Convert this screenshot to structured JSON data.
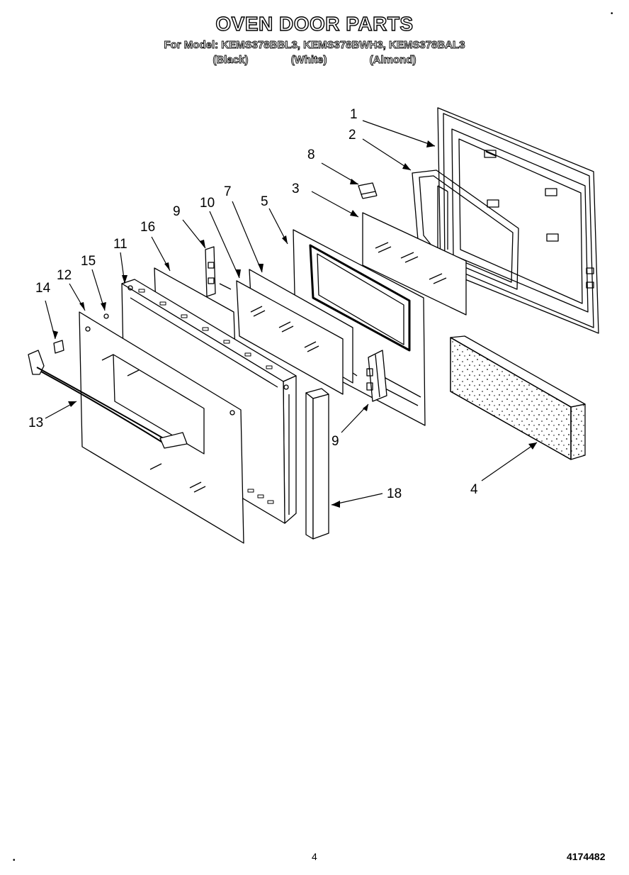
{
  "header": {
    "title": "OVEN DOOR PARTS",
    "models_line": "For Model: KEMS378BBL3, KEMS378BWH3, KEMS378BAL3",
    "colors": [
      "(Black)",
      "(White)",
      "(Almond)"
    ]
  },
  "footer": {
    "page_number": "4",
    "document_number": "4174482"
  },
  "callouts": [
    {
      "key": "c1",
      "label": "1"
    },
    {
      "key": "c2",
      "label": "2"
    },
    {
      "key": "c3",
      "label": "3"
    },
    {
      "key": "c4",
      "label": "4"
    },
    {
      "key": "c5",
      "label": "5"
    },
    {
      "key": "c7",
      "label": "7"
    },
    {
      "key": "c8",
      "label": "8"
    },
    {
      "key": "c9a",
      "label": "9"
    },
    {
      "key": "c9b",
      "label": "9"
    },
    {
      "key": "c10",
      "label": "10"
    },
    {
      "key": "c11",
      "label": "11"
    },
    {
      "key": "c12",
      "label": "12"
    },
    {
      "key": "c13",
      "label": "13"
    },
    {
      "key": "c14",
      "label": "14"
    },
    {
      "key": "c15",
      "label": "15"
    },
    {
      "key": "c16",
      "label": "16"
    },
    {
      "key": "c18",
      "label": "18"
    }
  ]
}
